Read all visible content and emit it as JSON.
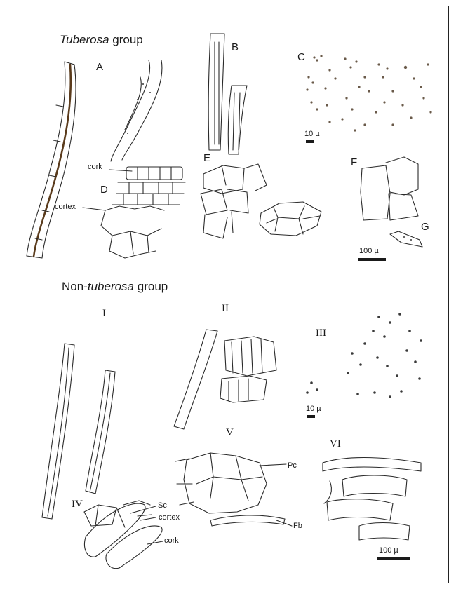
{
  "groups": {
    "tuberosa": {
      "title_italic": "Tuberosa",
      "title_rest": " group"
    },
    "non_tuberosa": {
      "title_prefix": "Non-",
      "title_italic": "tuberosa",
      "title_rest": " group"
    }
  },
  "panels_top": [
    "A",
    "B",
    "C",
    "D",
    "E",
    "F",
    "G"
  ],
  "panels_bottom": [
    "I",
    "II",
    "III",
    "IV",
    "V",
    "VI"
  ],
  "labels": {
    "cork_top": "cork",
    "cortex_top": "cortex",
    "sc": "Sc",
    "cortex_bottom": "cortex",
    "cork_bottom": "cork",
    "pc": "Pc",
    "fb": "Fb"
  },
  "scale_bars": {
    "c": "10 µ",
    "fg": "100 µ",
    "iii": "10 µ",
    "vi": "100 µ"
  }
}
